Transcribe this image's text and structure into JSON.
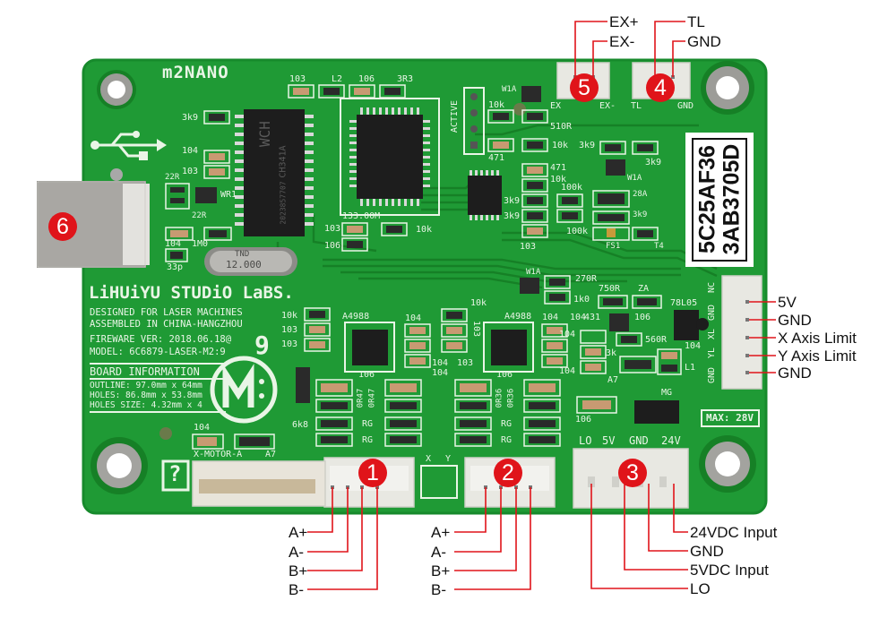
{
  "colors": {
    "pcb": "#1f9a35",
    "pcb_dark": "#168026",
    "silkscreen": "#e9f5e6",
    "callout_line": "#e0141a",
    "badge": "#e0141a",
    "connector": "#e8e8e2",
    "chip": "#1d1d1d"
  },
  "board": {
    "logo": "m2NANO",
    "brand": "LiHUiYU STUDiO LaBS.",
    "info_lines": [
      "DESIGNED FOR LASER MACHINES",
      "ASSEMBLED IN CHINA-HANGZHOU",
      "FIREWARE VER: 2018.06.18@",
      "MODEL: 6C6879-LASER-M2:9"
    ],
    "version_digit": "9",
    "board_info_title": "BOARD INFORMATION",
    "board_info_lines": [
      "OUTLINE: 97.0mm x 64mm",
      "HOLES: 86.8mm x 53.8mm",
      "HOLES SIZE: 4.32mm x 4"
    ],
    "serial_lines": [
      "5C25AF36",
      "3AB3705D"
    ],
    "max_voltage": "MAX: 28V",
    "active_label": "ACTIVE",
    "crystal": "12.000",
    "crystal_brand": "TND",
    "usb_chip": "CH341A",
    "usb_chip_code": "2023857707",
    "usb_chip_brand": "WCH",
    "driver_chip": "A4988",
    "regulator": "78L05",
    "x_motor_label": "X-MOTOR-A",
    "question_mark": "?",
    "xy_label_x": "X",
    "xy_label_y": "Y",
    "power_header_labels": [
      "LO",
      "5V",
      "GND",
      "24V"
    ],
    "limit_header_labels": [
      "NC",
      "GND",
      "XL",
      "YL",
      "GND"
    ],
    "ex_header_labels": [
      "EX",
      "EX-"
    ],
    "tl_header_labels": [
      "TL",
      "GND"
    ],
    "component_labels": {
      "c103_top": "103",
      "l2": "L2",
      "c106_top": "106",
      "r3r3": "3R3",
      "r3k9_a": "3k9",
      "c104_a": "104",
      "c103_a": "103",
      "r22r_a": "22R",
      "r22r_b": "22R",
      "wr1": "WR1",
      "c104_b": "104",
      "r1m0": "1M0",
      "c33p": "33p",
      "osc": "133.00M",
      "c103_b": "103",
      "c106_b": "106",
      "r10k_a": "10k",
      "w1a_a": "W1A",
      "r10k_b": "10k",
      "r510": "510R",
      "c471_a": "471",
      "r10k_c": "10k",
      "r3k9_b": "3k9",
      "r3k9_c": "3k9",
      "c471_b": "471",
      "r10k_d": "10k",
      "r3k9_d": "3k9",
      "r3k9_e": "3k9",
      "c103_c": "103",
      "r100k_a": "100k",
      "r100k_b": "100k",
      "w1a_b": "W1A",
      "q28a": "28A",
      "r3k9_f": "3k9",
      "fs1": "FS1",
      "t4": "T4",
      "r10k_e": "10k",
      "c103_d": "103",
      "c103_e": "103",
      "c104_c": "104",
      "c104_d": "104",
      "c104_e": "104",
      "c103_f": "103",
      "r10k_f": "10k",
      "c103_g": "103",
      "c104_f": "104",
      "c106_c": "106",
      "r0r47_a": "0R47",
      "r0r47_b": "0R47",
      "c106_d": "106",
      "r0r36_a": "0R36",
      "r0r36_b": "0R36",
      "rg_a": "RG",
      "rg_b": "RG",
      "rg_c": "RG",
      "rg_d": "RG",
      "r6k8": "6k8",
      "c104_g": "104",
      "a7_a": "A7",
      "w1a_c": "W1A",
      "r270": "270R",
      "r1k0": "1k0",
      "r750": "750R",
      "za": "ZA",
      "u431": "431",
      "c106_e": "106",
      "r560": "560R",
      "r3k": "3k",
      "a7_b": "A7",
      "c104_h": "104",
      "c104_i": "104",
      "c104_j": "104",
      "c104_k": "104",
      "l1": "L1",
      "mg": "MG",
      "c106_f": "106"
    }
  },
  "callouts": {
    "connector_1": {
      "badge": "1",
      "pins": [
        "A+",
        "A-",
        "B+",
        "B-"
      ]
    },
    "connector_2": {
      "badge": "2",
      "pins": [
        "A+",
        "A-",
        "B+",
        "B-"
      ]
    },
    "connector_3": {
      "badge": "3",
      "pins": [
        "24VDC Input",
        "GND",
        "5VDC Input",
        "LO"
      ]
    },
    "connector_4": {
      "badge": "4",
      "pins": [
        "TL",
        "GND"
      ]
    },
    "connector_5": {
      "badge": "5",
      "pins": [
        "EX+",
        "EX-"
      ]
    },
    "connector_6": {
      "badge": "6"
    },
    "limit_connector": {
      "pins": [
        "5V",
        "GND",
        "X Axis Limit",
        "Y Axis Limit",
        "GND"
      ]
    }
  }
}
